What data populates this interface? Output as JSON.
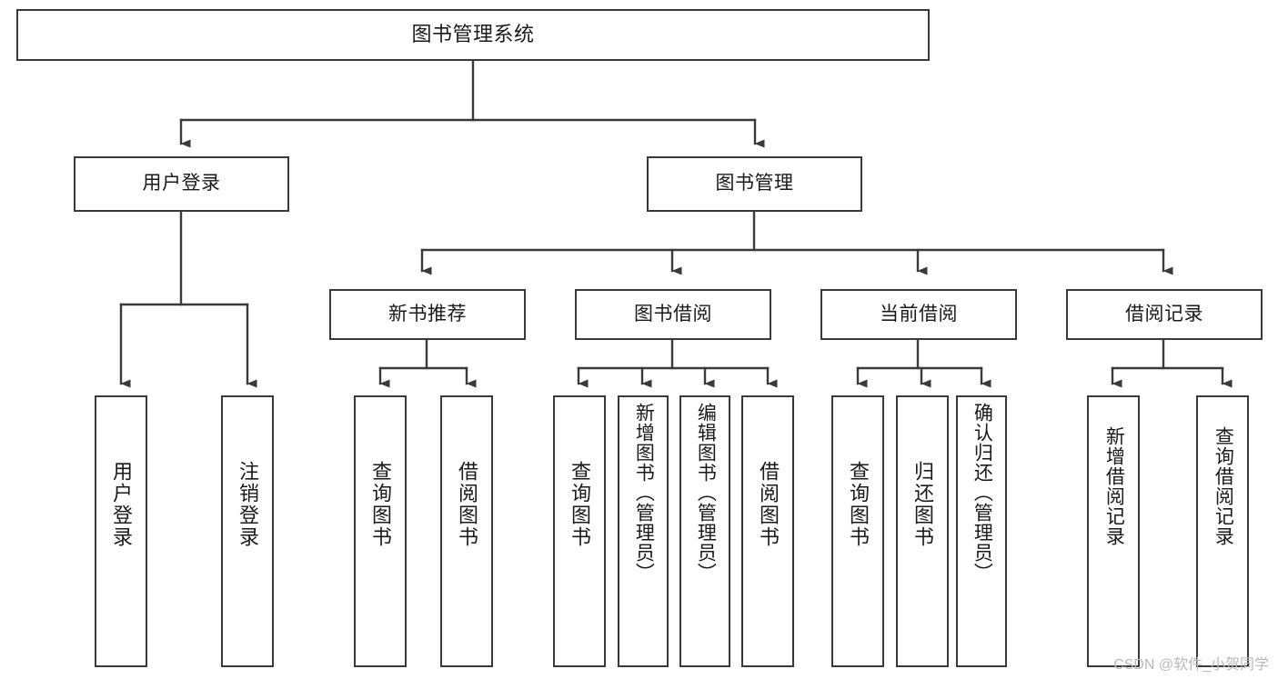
{
  "diagram": {
    "title": "图书管理系统",
    "type": "function-structure-tree",
    "root": {
      "label": "图书管理系统"
    },
    "level2": [
      {
        "id": "user-login",
        "label": "用户登录"
      },
      {
        "id": "book-manage",
        "label": "图书管理"
      }
    ],
    "level3": [
      {
        "id": "new-book-rec",
        "label": "新书推荐"
      },
      {
        "id": "book-borrow",
        "label": "图书借阅"
      },
      {
        "id": "current-borrow",
        "label": "当前借阅"
      },
      {
        "id": "borrow-record",
        "label": "借阅记录"
      }
    ],
    "leaves": {
      "user_login": [
        {
          "id": "leaf-user-login",
          "label": "用户登录"
        },
        {
          "id": "leaf-logout-login",
          "label": "注销登录"
        }
      ],
      "new_book_rec": [
        {
          "id": "leaf-query-book-1",
          "label": "查询图书"
        },
        {
          "id": "leaf-borrow-book-1",
          "label": "借阅图书"
        }
      ],
      "book_borrow": [
        {
          "id": "leaf-query-book-2",
          "label": "查询图书"
        },
        {
          "id": "leaf-add-book",
          "label": "新增图书（管理员）"
        },
        {
          "id": "leaf-edit-book",
          "label": "编辑图书（管理员）"
        },
        {
          "id": "leaf-borrow-book-2",
          "label": "借阅图书"
        }
      ],
      "current_borrow": [
        {
          "id": "leaf-query-book-3",
          "label": "查询图书"
        },
        {
          "id": "leaf-return-book",
          "label": "归还图书"
        },
        {
          "id": "leaf-confirm-return",
          "label": "确认归还（管理员）"
        }
      ],
      "borrow_record": [
        {
          "id": "leaf-add-record",
          "label": "新增借阅记录"
        },
        {
          "id": "leaf-query-record",
          "label": "查询借阅记录"
        }
      ]
    },
    "watermark": "CSDN @软件_小贺同学",
    "colors": {
      "stroke": "#3a3a3a",
      "box_fill": "#ffffff",
      "text": "#1a1a1a",
      "background": "#ffffff",
      "watermark": "#b9b9b9"
    }
  }
}
